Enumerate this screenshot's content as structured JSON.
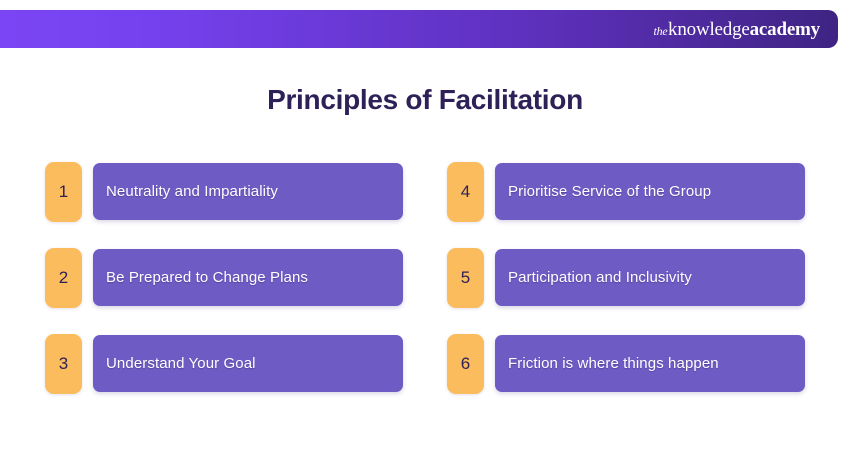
{
  "header": {
    "logo": {
      "the": "the",
      "knowledge": "knowledge",
      "academy": "academy"
    },
    "gradient_from": "#7b45f4",
    "gradient_to": "#3f2483"
  },
  "title": "Principles of Facilitation",
  "colors": {
    "title_text": "#2e2157",
    "number_box_bg": "#fbbc5e",
    "number_text": "#2e2157",
    "label_box_bg": "#6e5cc4",
    "label_text": "#ffffff",
    "page_bg": "#ffffff"
  },
  "principles": {
    "left_column": [
      {
        "number": "1",
        "label": "Neutrality and Impartiality"
      },
      {
        "number": "2",
        "label": "Be Prepared to Change Plans"
      },
      {
        "number": "3",
        "label": "Understand Your Goal"
      }
    ],
    "right_column": [
      {
        "number": "4",
        "label": "Prioritise Service of the Group"
      },
      {
        "number": "5",
        "label": "Participation and Inclusivity"
      },
      {
        "number": "6",
        "label": "Friction is where things happen"
      }
    ]
  }
}
